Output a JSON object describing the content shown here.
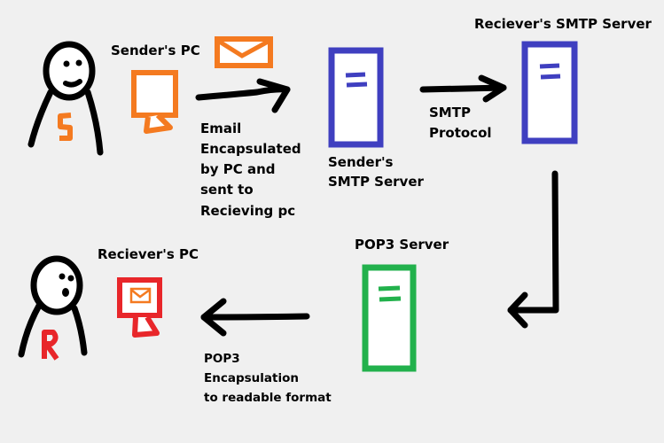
{
  "labels": {
    "sender_pc": "Sender's PC",
    "sender_initial": "S",
    "email_desc": [
      "Email",
      "Encapsulated",
      "by PC and",
      "sent to",
      "Recieving pc"
    ],
    "sender_smtp": [
      "Sender's",
      "SMTP Server"
    ],
    "smtp_protocol": [
      "SMTP",
      "Protocol"
    ],
    "receiver_smtp": "Reciever's SMTP Server",
    "pop3_server": "POP3 Server",
    "receiver_pc": "Reciever's PC",
    "receiver_initial": "R",
    "pop3_desc": [
      "POP3",
      "Encapsulation",
      "to readable format"
    ]
  },
  "colors": {
    "sender": "#f47a20",
    "smtp_server": "#3f3fc0",
    "pop3_server": "#22b14c",
    "receiver": "#e8262a",
    "arrows": "#000000"
  }
}
